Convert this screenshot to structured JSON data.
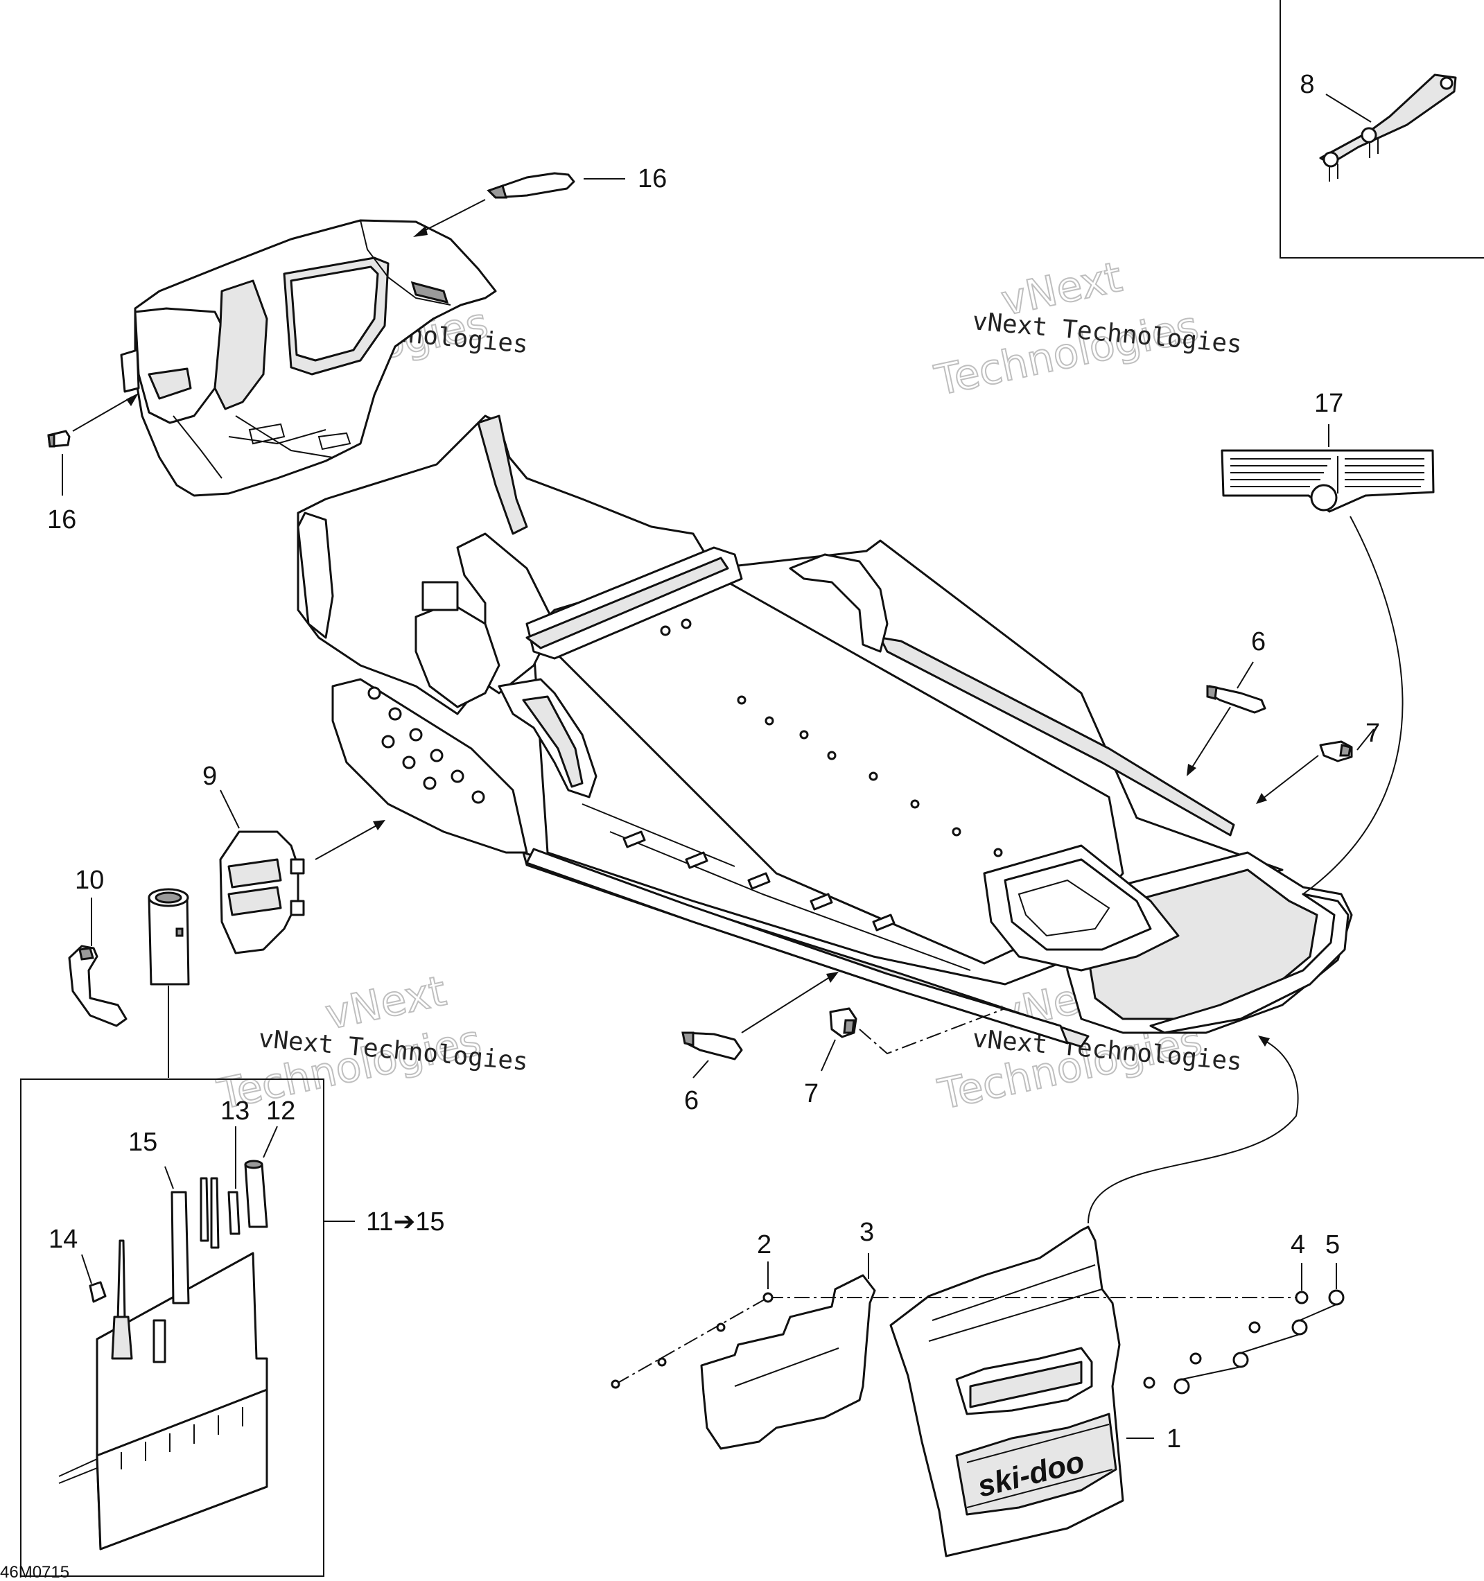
{
  "callouts": {
    "c1": "1",
    "c2": "2",
    "c3": "3",
    "c4": "4",
    "c5": "5",
    "c6a": "6",
    "c6b": "6",
    "c7a": "7",
    "c7b": "7",
    "c8": "8",
    "c9": "9",
    "c10": "10",
    "c11_15": "11➔15",
    "c12": "12",
    "c13": "13",
    "c14": "14",
    "c15": "15",
    "c16a": "16",
    "c16b": "16",
    "c17": "17"
  },
  "watermark": {
    "brand_line": "vNext Technologies",
    "big_1": "vNext",
    "big_2": "Technologies"
  },
  "drawing_code": "46M0715",
  "logo_text": "ski-doo"
}
